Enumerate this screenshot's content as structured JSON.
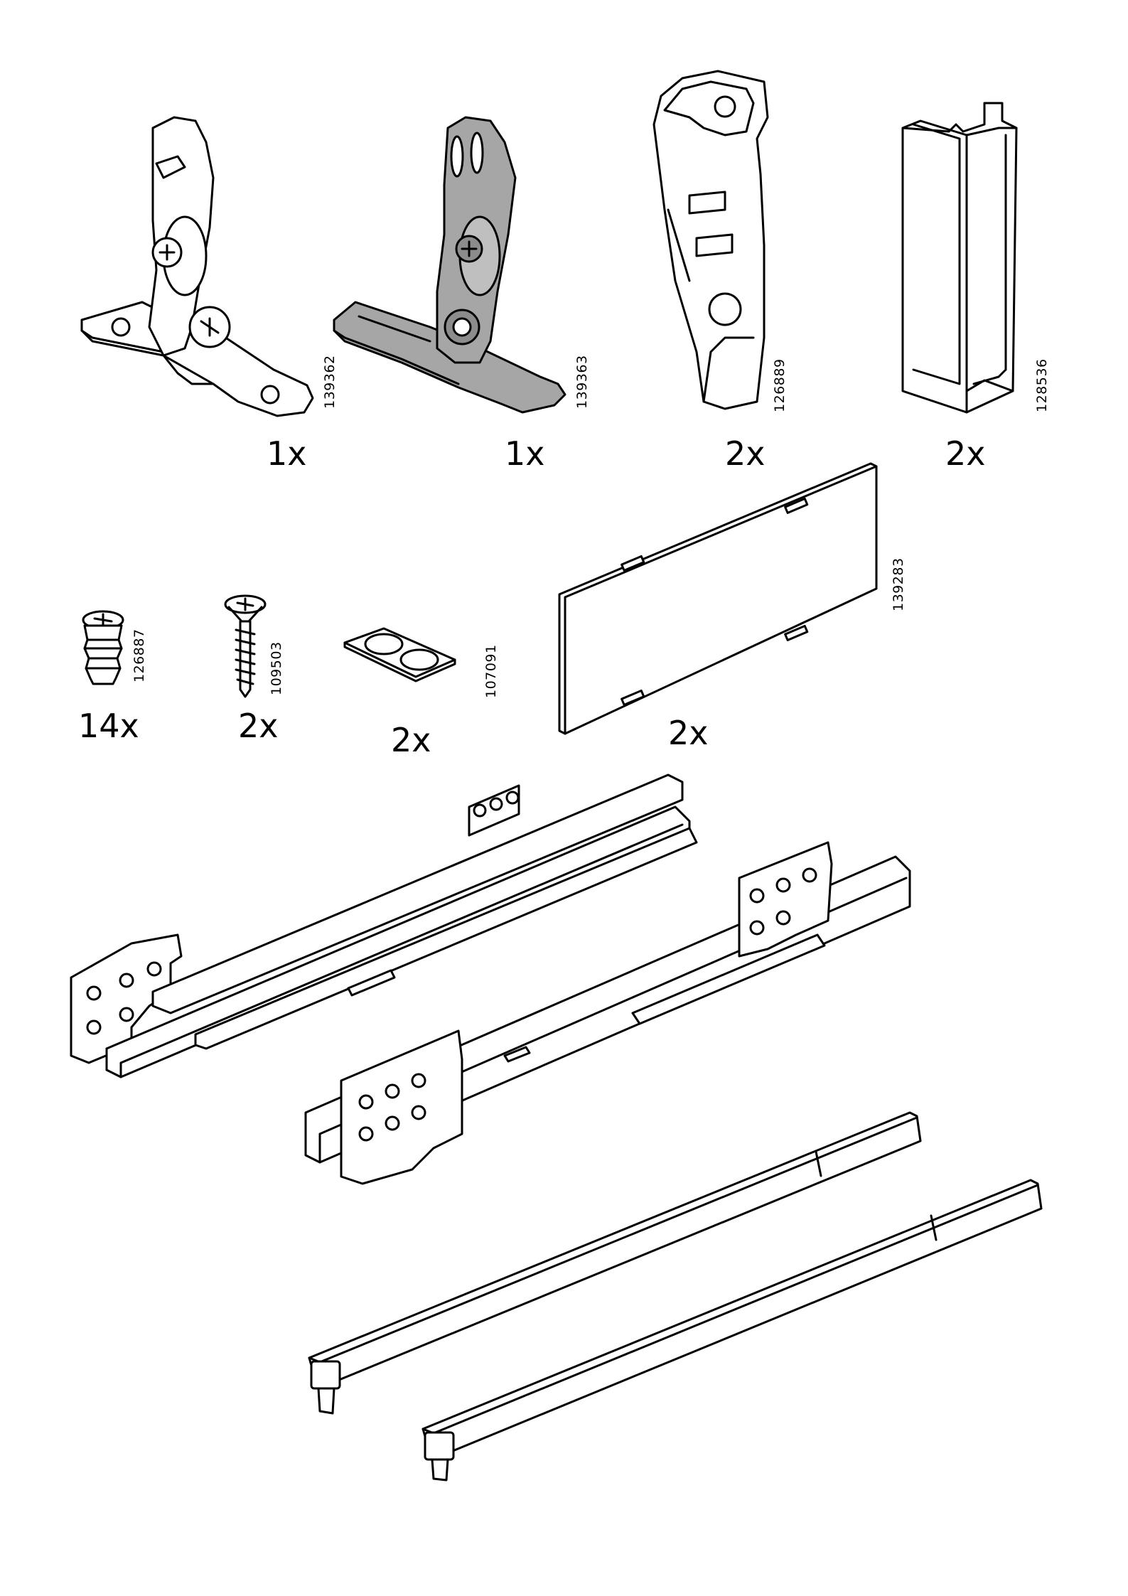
{
  "parts": [
    {
      "code": "139362",
      "qty": "1x",
      "icon": "hinge-bracket-icon"
    },
    {
      "code": "139363",
      "qty": "1x",
      "icon": "hinge-bracket-grey-icon",
      "fill": "#a6a6a6"
    },
    {
      "code": "126889",
      "qty": "2x",
      "icon": "runner-clip-icon"
    },
    {
      "code": "128536",
      "qty": "2x",
      "icon": "channel-profile-icon"
    },
    {
      "code": "126887",
      "qty": "14x",
      "icon": "dowel-screw-icon"
    },
    {
      "code": "109503",
      "qty": "2x",
      "icon": "wood-screw-icon"
    },
    {
      "code": "107091",
      "qty": "2x",
      "icon": "bumper-pads-icon"
    },
    {
      "code": "139283",
      "qty": "2x",
      "icon": "panel-board-icon"
    }
  ],
  "assemblies": [
    {
      "icon": "drawer-runners-icon"
    },
    {
      "icon": "stabilizer-bars-icon"
    }
  ]
}
